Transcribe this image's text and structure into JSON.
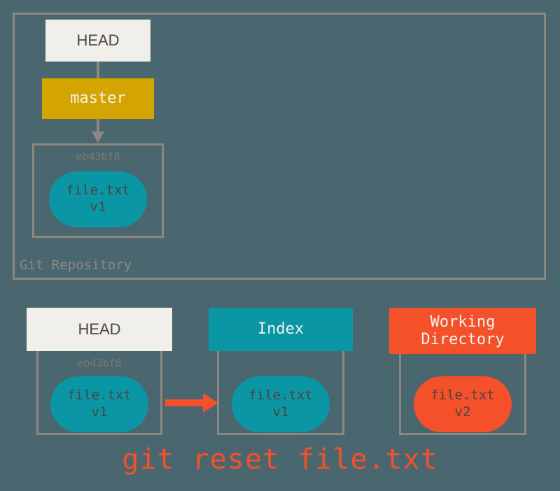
{
  "diagram": {
    "background_color": "#4a666e",
    "command": "git reset file.txt",
    "repository": {
      "label": "Git Repository",
      "head": {
        "label": "HEAD"
      },
      "branch": {
        "label": "master"
      },
      "commit": {
        "sha": "eb43bf8",
        "file_name": "file.txt",
        "file_version": "v1"
      }
    },
    "areas": {
      "head": {
        "title": "HEAD",
        "sha": "eb43bf8",
        "file_name": "file.txt",
        "file_version": "v1"
      },
      "index": {
        "title": "Index",
        "file_name": "file.txt",
        "file_version": "v1"
      },
      "working_directory": {
        "title_line1": "Working",
        "title_line2": "Directory",
        "file_name": "file.txt",
        "file_version": "v2"
      }
    },
    "colors": {
      "background": "#4a666e",
      "frame": "#8c8880",
      "head": "#f0efe9",
      "branch": "#d4a400",
      "index": "#0a96a4",
      "working": "#f4502a",
      "accent": "#f4502a"
    }
  }
}
